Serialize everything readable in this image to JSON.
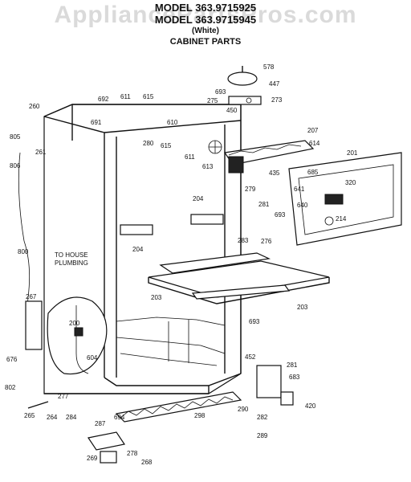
{
  "watermark": "AppliancePartsPros.com",
  "header": {
    "model_line_1": "MODEL 363.9715925",
    "model_line_2": "MODEL 363.9715945",
    "color_note": "(White)",
    "section_title": "CABINET PARTS"
  },
  "callouts": {
    "to_house_plumbing_1": "TO HOUSE",
    "to_house_plumbing_2": "PLUMBING"
  },
  "part_labels": [
    "578",
    "447",
    "693",
    "275",
    "273",
    "450",
    "207",
    "260",
    "692",
    "611",
    "615",
    "610",
    "805",
    "691",
    "261",
    "280",
    "615",
    "611",
    "613",
    "614",
    "685",
    "201",
    "806",
    "435",
    "320",
    "641",
    "204",
    "279",
    "640",
    "281",
    "693",
    "214",
    "204",
    "276",
    "283",
    "800",
    "203",
    "203",
    "267",
    "693",
    "200",
    "676",
    "604",
    "452",
    "281",
    "683",
    "802",
    "277",
    "420",
    "284",
    "298",
    "265",
    "264",
    "694",
    "290",
    "282",
    "287",
    "289",
    "269",
    "278",
    "268"
  ]
}
